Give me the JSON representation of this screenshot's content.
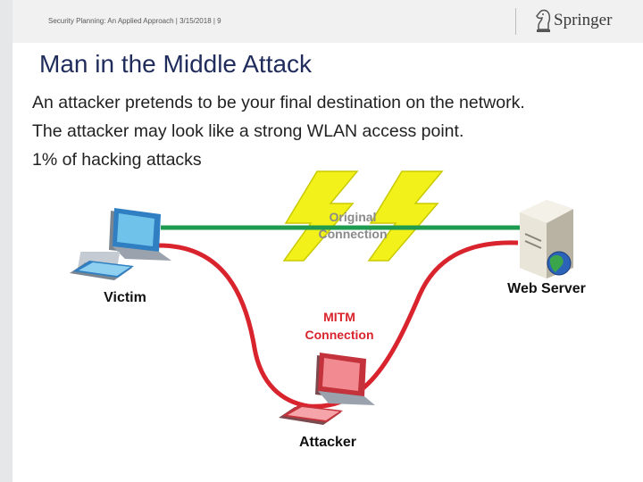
{
  "header": {
    "breadcrumb": "Security Planning: An Applied Approach | 3/15/2018 | 9",
    "logo_text": "Springer",
    "logo_icon": "springer-chess-knight-icon"
  },
  "slide": {
    "title": "Man in the Middle Attack",
    "bullets": [
      "An attacker pretends to be your final destination on the network.",
      "The attacker may look like a strong WLAN access point.",
      "1% of hacking attacks"
    ]
  },
  "diagram": {
    "victim_label": "Victim",
    "server_label": "Web Server",
    "attacker_label": "Attacker",
    "original_line1": "Original",
    "original_line2": "Connection",
    "mitm_line1": "MITM",
    "mitm_line2": "Connection",
    "icons": [
      "victim-computer-icon",
      "web-server-icon",
      "attacker-computer-icon",
      "lightning-bolt-icon"
    ],
    "colors": {
      "original_connection": "#1e9b4e",
      "mitm_connection": "#d9232d",
      "lightning": "#f2f21a",
      "original_label": "#8a8a8a",
      "mitm_label": "#d9232d",
      "title": "#1f2c5c"
    }
  }
}
